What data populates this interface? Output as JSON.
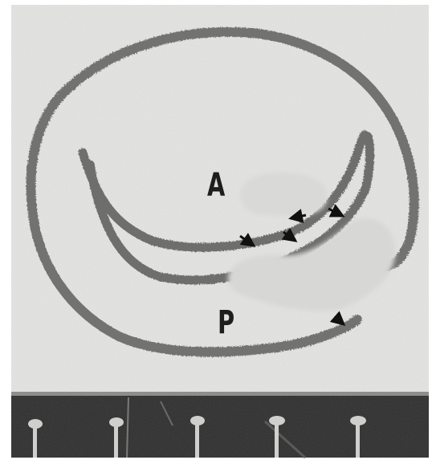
{
  "labels": {
    "anterior": "A",
    "posterior": "P"
  },
  "colors": {
    "background": "#e2e2e0",
    "outline": "#6c6c6a",
    "tissue": "#d8d8d6",
    "base": "#2b2b2b"
  },
  "annotations": {
    "arrow_count": 5,
    "arrow_icon": "arrow-icon"
  }
}
